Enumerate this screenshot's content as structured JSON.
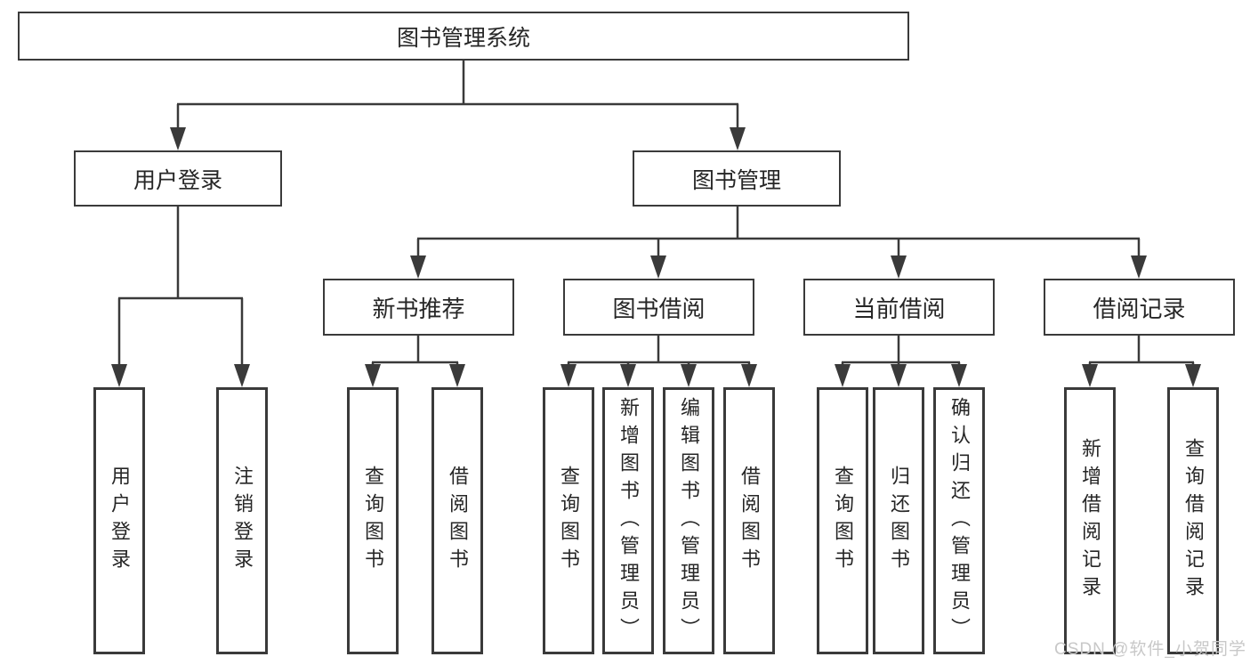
{
  "tree": {
    "label": "图书管理系统",
    "children": [
      {
        "label": "用户登录",
        "children": [
          {
            "label": "用户登录"
          },
          {
            "label": "注销登录"
          }
        ]
      },
      {
        "label": "图书管理",
        "children": [
          {
            "label": "新书推荐",
            "children": [
              {
                "label": "查询图书"
              },
              {
                "label": "借阅图书"
              }
            ]
          },
          {
            "label": "图书借阅",
            "children": [
              {
                "label": "查询图书"
              },
              {
                "label": "新增图书（管理员）"
              },
              {
                "label": "编辑图书（管理员）"
              },
              {
                "label": "借阅图书"
              }
            ]
          },
          {
            "label": "当前借阅",
            "children": [
              {
                "label": "查询图书"
              },
              {
                "label": "归还图书"
              },
              {
                "label": "确认归还（管理员）"
              }
            ]
          },
          {
            "label": "借阅记录",
            "children": [
              {
                "label": "新增借阅记录"
              },
              {
                "label": "查询借阅记录"
              }
            ]
          }
        ]
      }
    ]
  },
  "watermark": "CSDN @软件_小贺同学",
  "colors": {
    "line": "#3a3a3a",
    "box_border": "#3a3a3a",
    "text": "#262626",
    "watermark_text": "#c8c8c8",
    "background": "#ffffff"
  }
}
